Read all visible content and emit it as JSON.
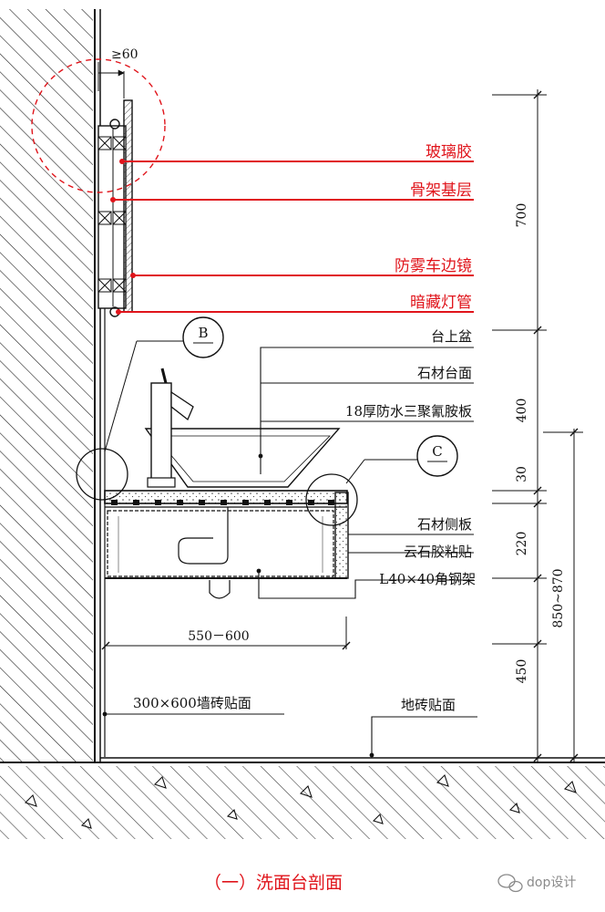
{
  "red_labels": {
    "glass_glue": "玻璃胶",
    "frame_base": "骨架基层",
    "antifog_mirror": "防雾车边镜",
    "hidden_lamp": "暗藏灯管"
  },
  "labels": {
    "above_counter_basin": "台上盆",
    "stone_countertop": "石材台面",
    "waterproof_board": "18厚防水三聚氰胺板",
    "stone_side_panel": "石材侧板",
    "marble_glue": "云石胶粘贴",
    "angle_steel": "L40×40角钢架",
    "wall_tile": "300×600墙砖贴面",
    "floor_tile": "地砖贴面"
  },
  "callouts": {
    "b": "B",
    "c": "C"
  },
  "dimensions": {
    "gap_min": "≥60",
    "mirror_height": "700",
    "basin_height": "400",
    "counter_thickness": "30",
    "cabinet_height": "220",
    "under_height": "450",
    "total_height": "850~870",
    "depth": "550－600"
  },
  "caption": "（一）洗面台剖面",
  "watermark": "dop设计",
  "colors": {
    "accent_red": "#e0141b",
    "line": "#111111"
  }
}
